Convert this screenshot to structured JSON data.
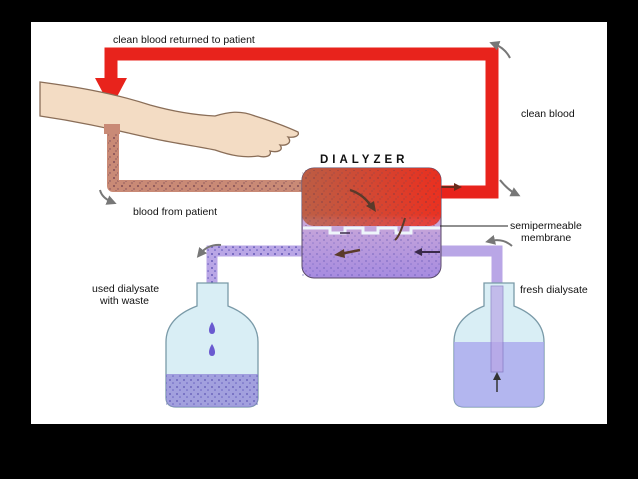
{
  "labels": {
    "clean_returned": "clean blood returned to patient",
    "clean_blood": "clean blood",
    "dialyzer": "DIALYZER",
    "blood_from_patient": "blood from patient",
    "semipermeable_line1": "semipermeable",
    "semipermeable_line2": "membrane",
    "used_line1": "used dialysate",
    "used_line2": "with waste",
    "fresh": "fresh dialysate"
  },
  "colors": {
    "background": "#000000",
    "panel": "#ffffff",
    "clean_blood_tube": "#e8231c",
    "dirty_blood_tube": "#d9856a",
    "dialysate_tube": "#b9a6e6",
    "dialyzer_top": "#d94a2a",
    "dialyzer_bottom": "#a98ee0",
    "bottle_glass": "#d9eef5",
    "fresh_fluid": "#a9a7ee",
    "used_fluid": "#8f86d6",
    "skin": "#f3dcc4"
  }
}
